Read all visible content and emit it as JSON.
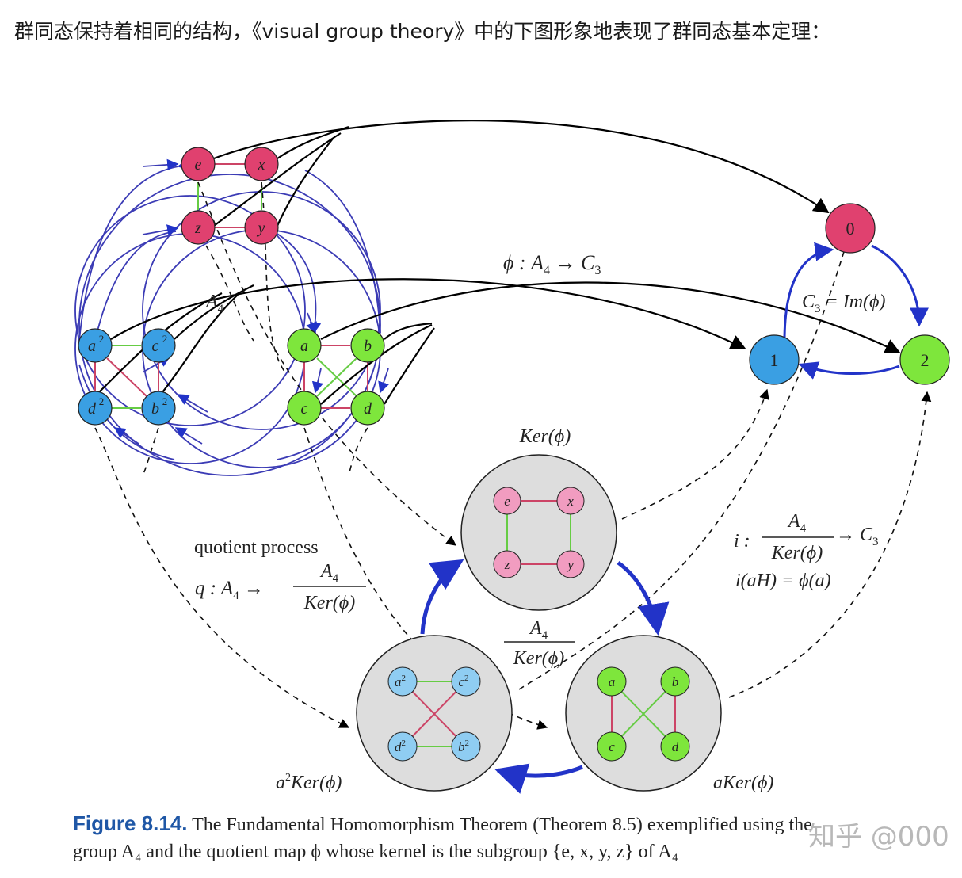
{
  "intro_text": "群同态保持着相同的结构，《visual group theory》中的下图形象地表现了群同态基本定理：",
  "figure": {
    "a4_label": "A",
    "a4_sub": "4",
    "a4_nodes": {
      "e": "e",
      "x": "x",
      "z": "z",
      "y": "y",
      "a2": "a",
      "c2": "c",
      "d2": "d",
      "b2": "b",
      "sq": "2",
      "a": "a",
      "b": "b",
      "c": "c",
      "d": "d"
    },
    "phi_map": {
      "phi": "ϕ",
      "sep": " : ",
      "A": "A",
      "sub4": "4",
      "arrow": " → ",
      "C": "C",
      "sub3": "3"
    },
    "c3_nodes": {
      "zero": "0",
      "one": "1",
      "two": "2"
    },
    "c3_label": {
      "C": "C",
      "sub3": "3",
      "eq": " = Im(ϕ)"
    },
    "ker_title": "Ker(ϕ)",
    "ker_coset": {
      "e": "e",
      "x": "x",
      "z": "z",
      "y": "y"
    },
    "a2_coset": {
      "a2": "a",
      "c2": "c",
      "d2": "d",
      "b2": "b",
      "sq": "2"
    },
    "a_coset": {
      "a": "a",
      "b": "b",
      "c": "c",
      "d": "d"
    },
    "quotient_process": "quotient process",
    "q_map": {
      "q": "q",
      "colon": " : ",
      "A": "A",
      "sub4": "4",
      "arrow": " → ",
      "num_A": "A",
      "num_sub": "4",
      "den": "Ker(ϕ)"
    },
    "quotient_group": {
      "num_A": "A",
      "num_sub": "4",
      "den": "Ker(ϕ)"
    },
    "i_map": {
      "i": "i",
      "colon": " : ",
      "num_A": "A",
      "num_sub": "4",
      "den": "Ker(ϕ)",
      "arrow": " → ",
      "C": "C",
      "sub3": "3"
    },
    "i_def": "i(aH) = ϕ(a)",
    "a2_ker_label": {
      "a": "a",
      "sq": "2",
      "ker": "Ker(ϕ)"
    },
    "a_ker_label": "aKer(ϕ)"
  },
  "caption": {
    "fig_label": "Figure 8.14.",
    "line1": " The Fundamental Homomorphism Theorem (Theorem 8.5) exemplified using the",
    "line2": "group A₄ and the quotient map ϕ whose kernel is the subgroup {e, x, y, z} of A₄"
  },
  "watermark": "知乎 @000",
  "colors": {
    "pink": "#e0416f",
    "pink_light": "#f19cc0",
    "blue": "#3a9fe3",
    "blue_light": "#8fcdf2",
    "green": "#7ee63c",
    "arrow_blue": "#2233c8",
    "green_edge": "#66cc44",
    "pink_edge": "#cc4466",
    "ring": "#3b3bb5",
    "coset_bg": "#dddddd"
  }
}
